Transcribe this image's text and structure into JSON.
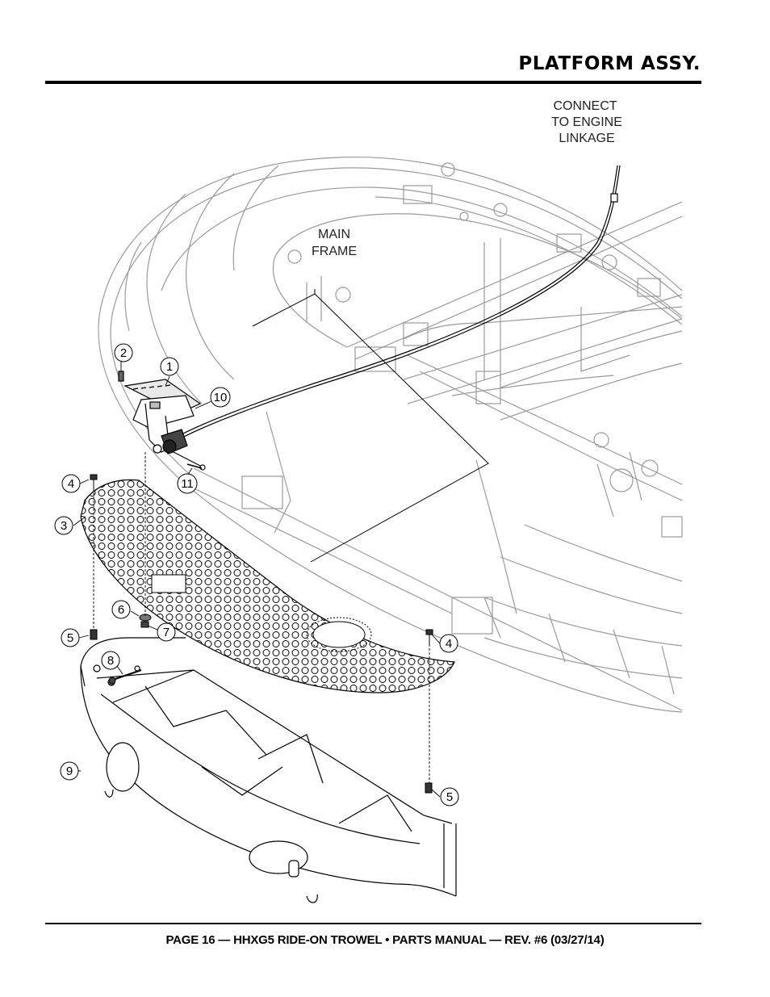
{
  "header": {
    "title": "PLATFORM ASSY."
  },
  "annotations": {
    "connect": [
      "CONNECT",
      "TO ENGINE",
      "LINKAGE"
    ],
    "main_frame": [
      "MAIN",
      "FRAME"
    ]
  },
  "callouts": [
    {
      "id": "callout-1",
      "label": "1"
    },
    {
      "id": "callout-2",
      "label": "2"
    },
    {
      "id": "callout-3",
      "label": "3"
    },
    {
      "id": "callout-4-left",
      "label": "4"
    },
    {
      "id": "callout-4-right",
      "label": "4"
    },
    {
      "id": "callout-5-left",
      "label": "5"
    },
    {
      "id": "callout-5-right",
      "label": "5"
    },
    {
      "id": "callout-6",
      "label": "6"
    },
    {
      "id": "callout-7",
      "label": "7"
    },
    {
      "id": "callout-8",
      "label": "8"
    },
    {
      "id": "callout-9",
      "label": "9"
    },
    {
      "id": "callout-10",
      "label": "10"
    },
    {
      "id": "callout-11",
      "label": "11"
    }
  ],
  "footer": {
    "text": "PAGE 16 — HHXG5 RIDE-ON TROWEL • PARTS MANUAL — REV. #6 (03/27/14)"
  }
}
